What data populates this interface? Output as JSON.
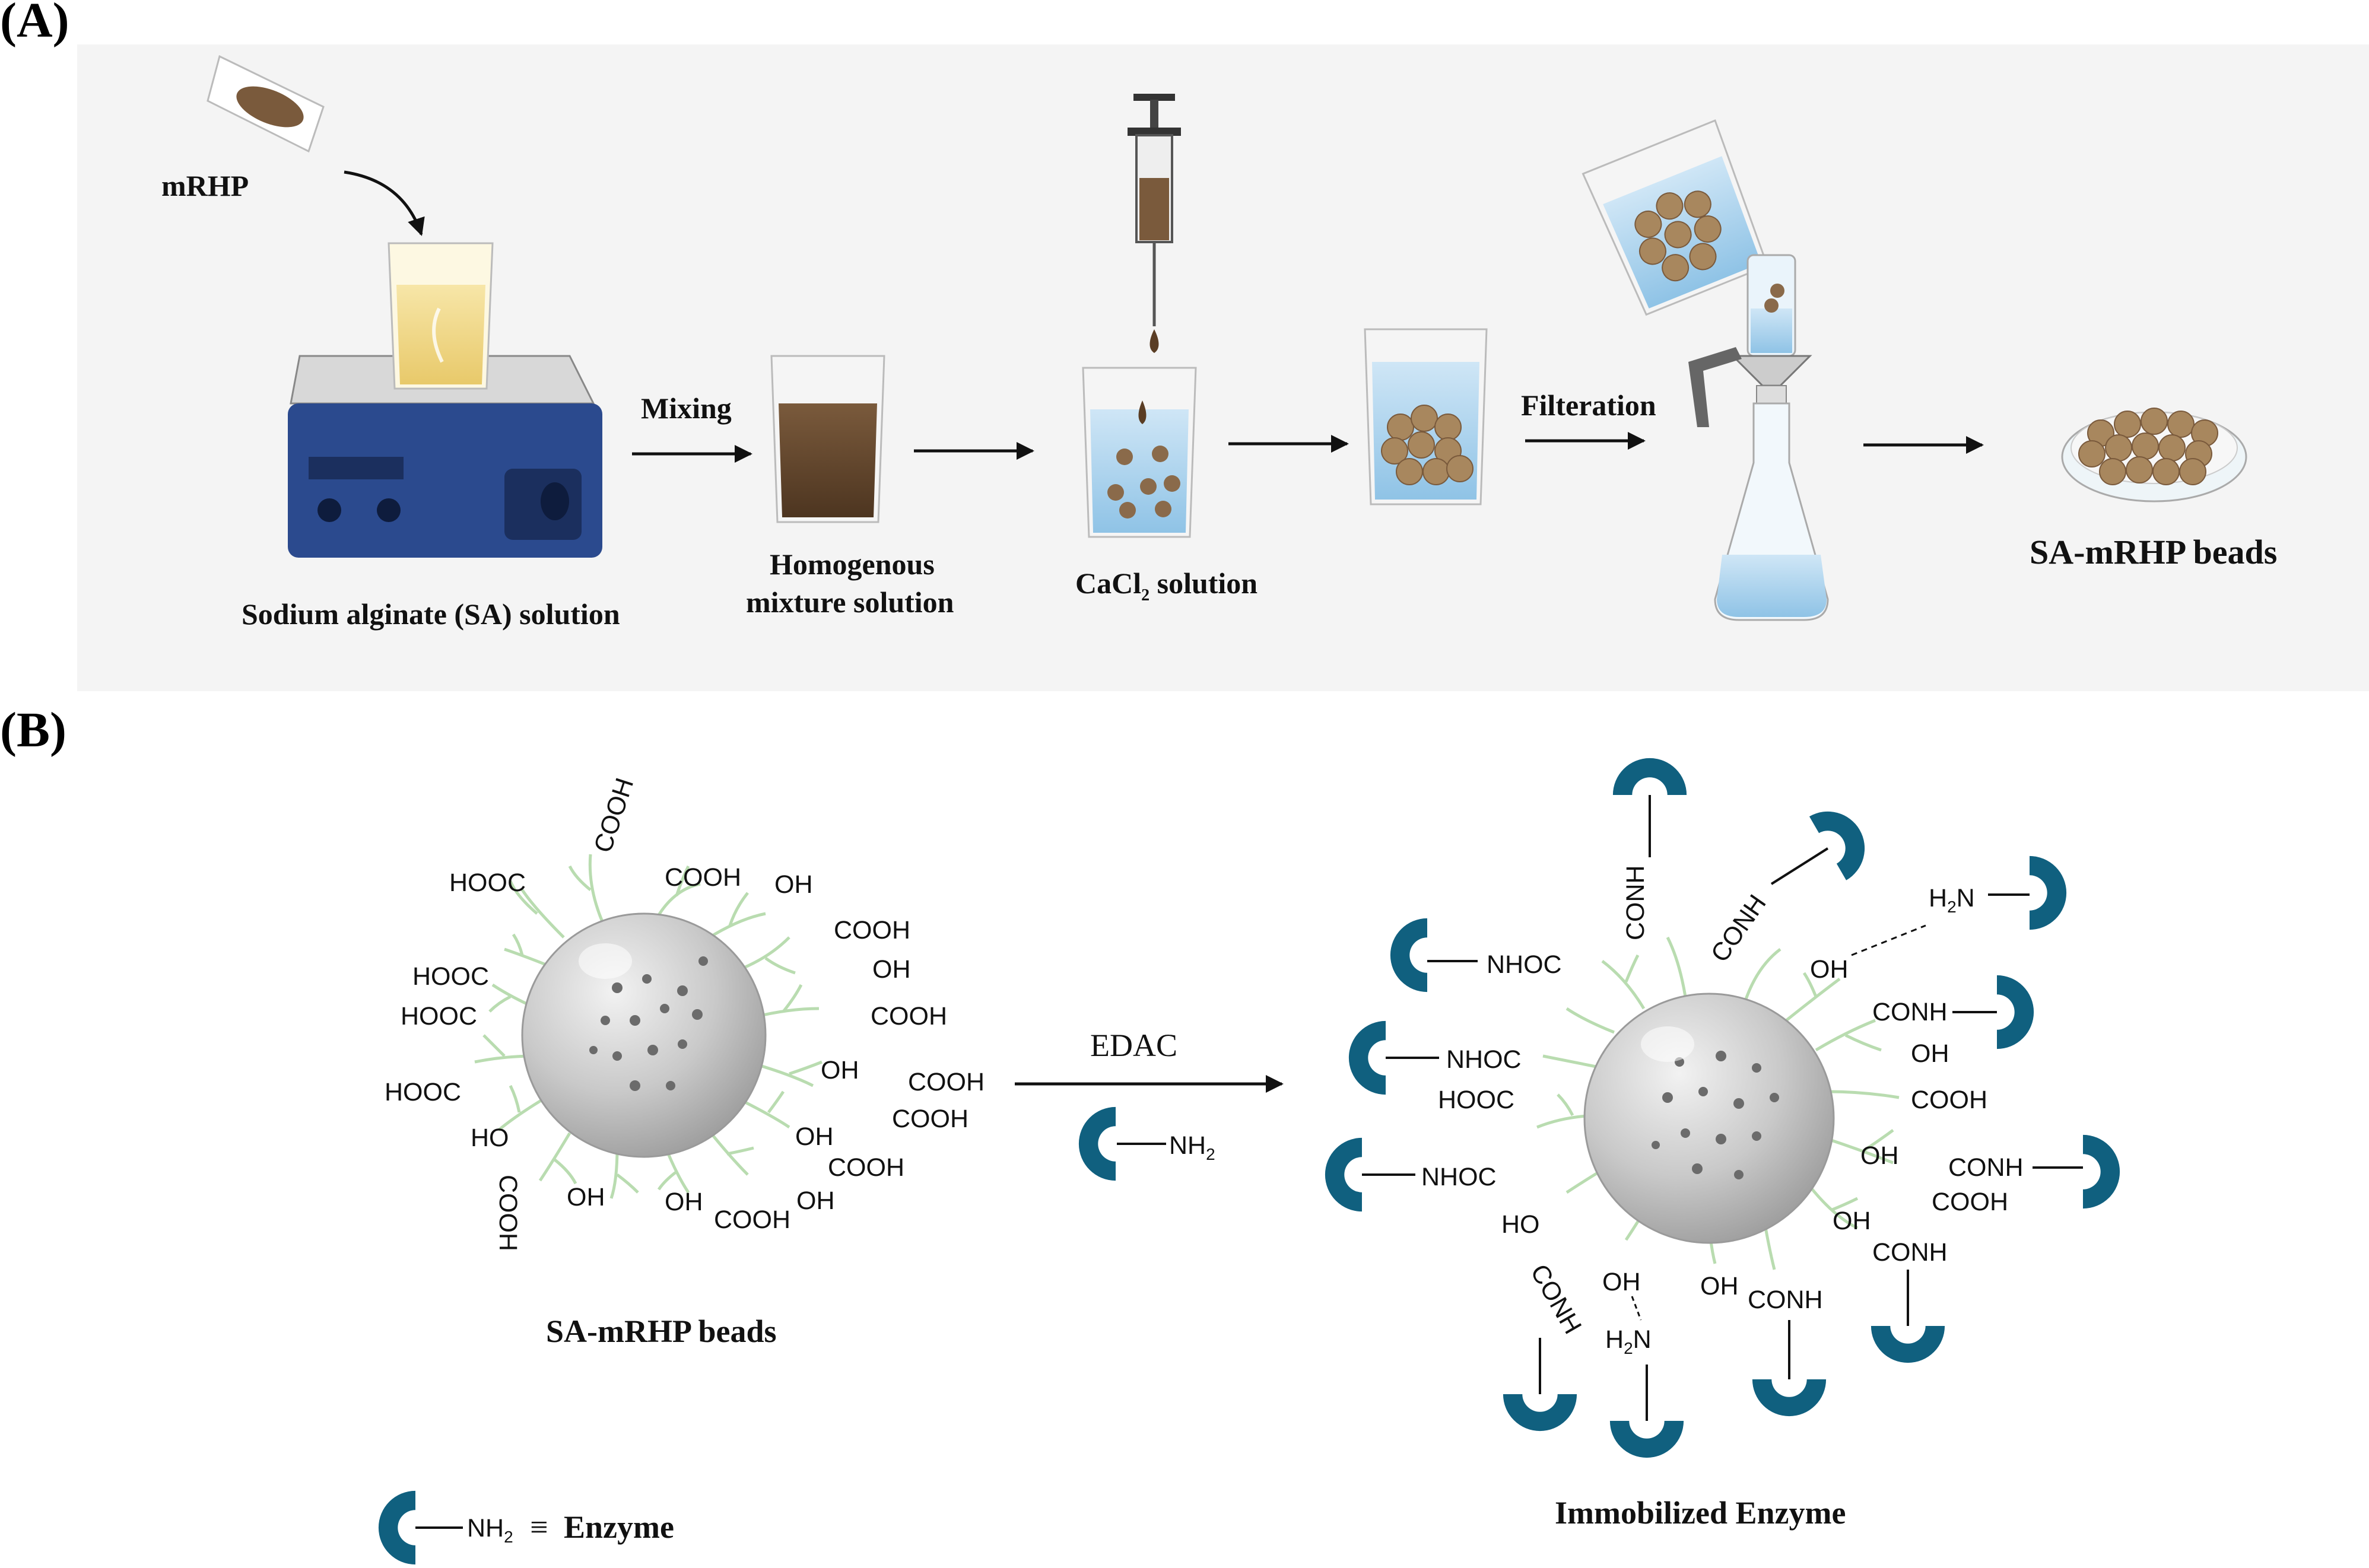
{
  "panel_a": {
    "label": "(A)",
    "mrhp_label": "mRHP",
    "sa_solution_label": "Sodium alginate (SA) solution",
    "mixing_label": "Mixing",
    "homogenous_line1": "Homogenous",
    "homogenous_line2": "mixture solution",
    "cacl2_main": "CaCl",
    "cacl2_sub": "2",
    "cacl2_rest": " solution",
    "filtration_label": "Filteration",
    "beads_label": "SA-mRHP beads"
  },
  "panel_b": {
    "label": "(B)",
    "bead_caption": "SA-mRHP beads",
    "edac_label": "EDAC",
    "reagent_nh2": "NH",
    "reagent_nh2_sub": "2",
    "legend_nh2": "NH",
    "legend_nh2_sub": "2",
    "legend_equiv": "≡",
    "legend_enzyme": "Enzyme",
    "immobilized_caption": "Immobilized Enzyme",
    "left_groups": [
      "COOH",
      "HOOC",
      "COOH",
      "OH",
      "COOH",
      "OH",
      "HOOC",
      "HOOC",
      "COOH",
      "HOOC",
      "OH",
      "COOH",
      "HO",
      "COOH",
      "OH",
      "COOH",
      "COOH",
      "OH",
      "OH",
      "COOH",
      "OH"
    ],
    "right_groups": [
      "CONH",
      "CONH",
      "NHOC",
      "OH",
      "CONH",
      "NHOC",
      "OH",
      "HOOC",
      "COOH",
      "NHOC",
      "OH",
      "CONH",
      "COOH",
      "HO",
      "OH",
      "CONH",
      "CONH",
      "OH",
      "OH",
      "CONH"
    ],
    "h2n_main": "H",
    "h2n_sub": "2",
    "h2n_rest": "N"
  },
  "colors": {
    "enzyme": "#10607f",
    "chain": "#b9dcb0",
    "bead_gray": "#c8c8c8",
    "panel_bg": "#f4f4f4"
  }
}
